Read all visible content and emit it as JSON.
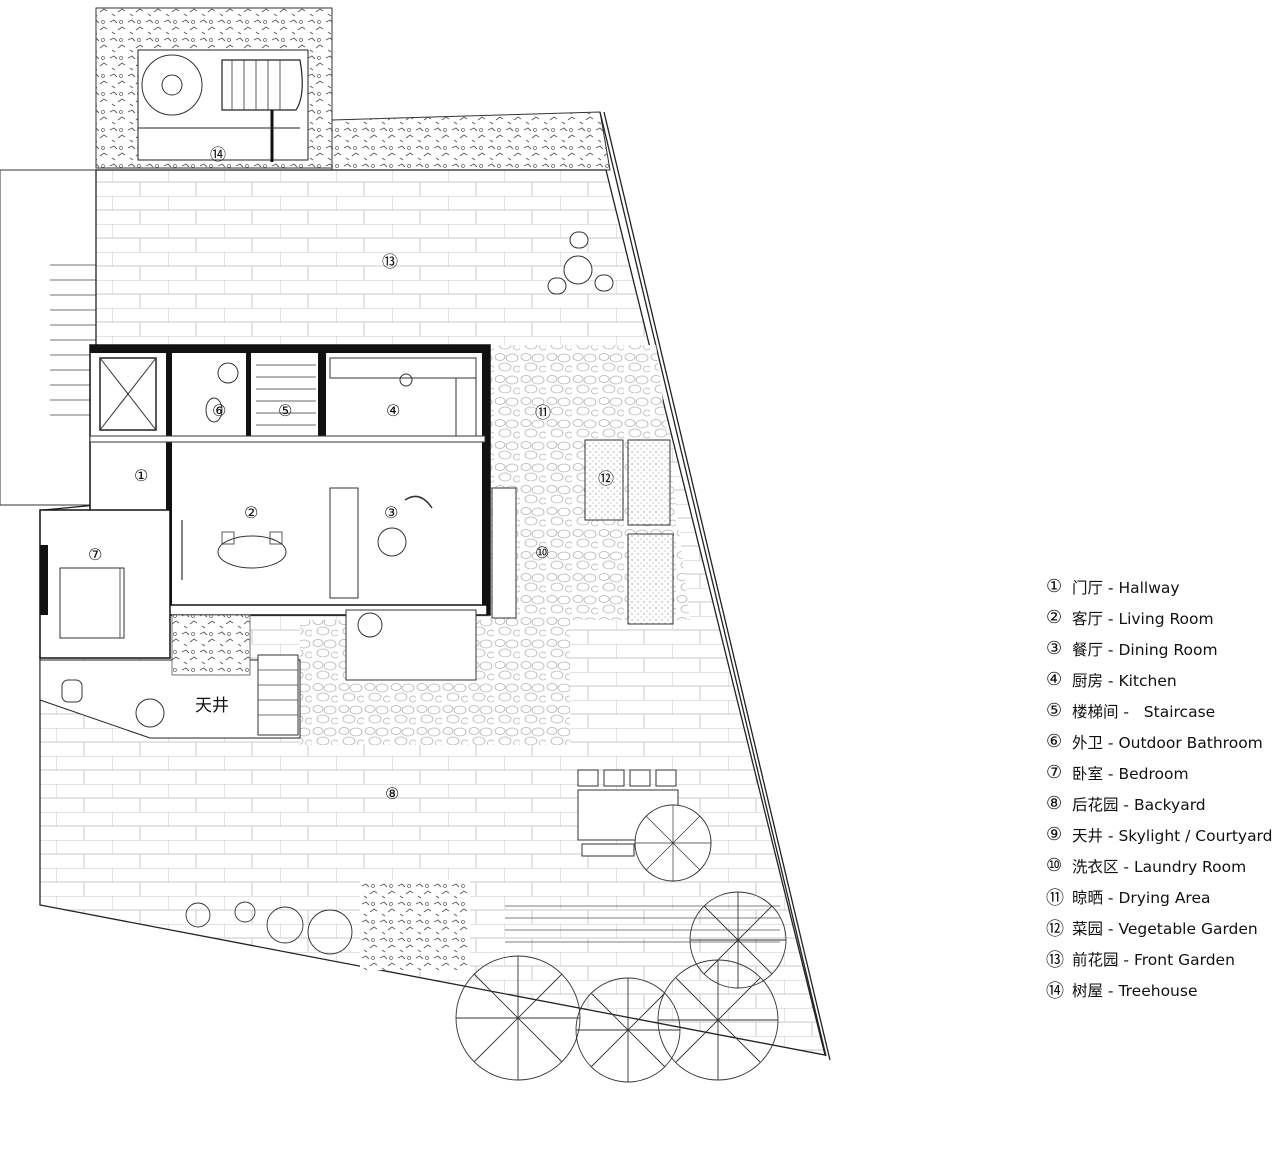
{
  "plan": {
    "courtyard_label": "天井",
    "room_markers": [
      {
        "id": "1",
        "symbol": "①"
      },
      {
        "id": "2",
        "symbol": "②"
      },
      {
        "id": "3",
        "symbol": "③"
      },
      {
        "id": "4",
        "symbol": "④"
      },
      {
        "id": "5",
        "symbol": "⑤"
      },
      {
        "id": "6",
        "symbol": "⑥"
      },
      {
        "id": "7",
        "symbol": "⑦"
      },
      {
        "id": "8",
        "symbol": "⑧"
      },
      {
        "id": "10",
        "symbol": "⑩"
      },
      {
        "id": "11",
        "symbol": "⑪"
      },
      {
        "id": "12",
        "symbol": "⑫"
      },
      {
        "id": "13",
        "symbol": "⑬"
      },
      {
        "id": "14",
        "symbol": "⑭"
      }
    ]
  },
  "legend": [
    {
      "num": "①",
      "text": "门厅 - Hallway"
    },
    {
      "num": "②",
      "text": "客厅 - Living Room"
    },
    {
      "num": "③",
      "text": "餐厅 - Dining Room"
    },
    {
      "num": "④",
      "text": "厨房 - Kitchen"
    },
    {
      "num": "⑤",
      "text": "楼梯间 -   Staircase"
    },
    {
      "num": "⑥",
      "text": "外卫 - Outdoor Bathroom"
    },
    {
      "num": "⑦",
      "text": "卧室 - Bedroom"
    },
    {
      "num": "⑧",
      "text": "后花园 - Backyard"
    },
    {
      "num": "⑨",
      "text": "天井 - Skylight / Courtyard"
    },
    {
      "num": "⑩",
      "text": "洗衣区 - Laundry Room"
    },
    {
      "num": "⑪",
      "text": "晾晒 - Drying Area"
    },
    {
      "num": "⑫",
      "text": "菜园 - Vegetable Garden"
    },
    {
      "num": "⑬",
      "text": "前花园 - Front Garden"
    },
    {
      "num": "⑭",
      "text": "树屋 - Treehouse"
    }
  ]
}
